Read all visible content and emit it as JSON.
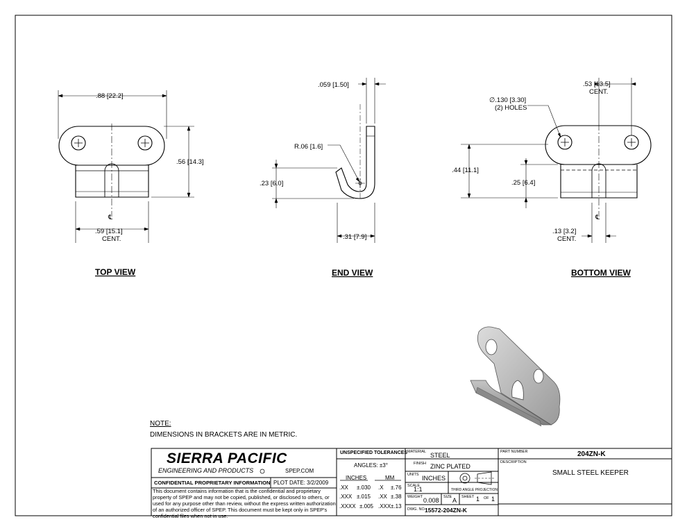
{
  "views": {
    "top": {
      "title": "TOP VIEW",
      "dim_width": ".88 [22.2]",
      "dim_height": ".56 [14.3]",
      "dim_bottom": ".59 [15.1]",
      "dim_bottom_note": "CENT.",
      "centerline": "℄"
    },
    "end": {
      "title": "END VIEW",
      "dim_thickness": ".059 [1.50]",
      "dim_radius": "R.06 [1.6]",
      "dim_height": ".23 [6.0]",
      "dim_width": ".31 [7.9]"
    },
    "bottom": {
      "title": "BOTTOM VIEW",
      "dim_hole": "∅.130 [3.30]",
      "dim_hole_note": "(2) HOLES",
      "dim_offset": ".53 [13.5]",
      "dim_offset_note": "CENT.",
      "dim_height": ".44 [11.1]",
      "dim_inner": ".25 [6.4]",
      "dim_slot": ".13 [3.2]",
      "dim_slot_note": "CENT.",
      "centerline": "℄"
    }
  },
  "note": {
    "heading": "NOTE:",
    "text": "DIMENSIONS IN BRACKETS ARE IN METRIC."
  },
  "title_block": {
    "company": "SIERRA PACIFIC",
    "company_sub": "ENGINEERING AND PRODUCTS",
    "website": "SPEP.COM",
    "confidential_label": "CONFIDENTIAL PROPRIETARY INFORMATION",
    "plot_date_label": "PLOT DATE:",
    "plot_date": "3/2/2009",
    "legal_text": "This document contains information that is the confidential and proprietary property of SPEP and may not be copied, published, or disclosed to others, or used for any purpose  other than review, without the express written authorization of an authorized officer of SPEP. This document must be kept only in SPEP's confidential files when not in use.",
    "tolerances_title": "UNSPECIFIED TOLERANCES",
    "angles": "ANGLES:  ±3°",
    "inches_header": "INCHES",
    "mm_header": "MM",
    "tol_rows": [
      {
        "in_fmt": ".XX",
        "in_val": "±.030",
        "mm_fmt": ".X",
        "mm_val": "±.76"
      },
      {
        "in_fmt": ".XXX",
        "in_val": "±.015",
        "mm_fmt": ".XX",
        "mm_val": "±.38"
      },
      {
        "in_fmt": ".XXXX",
        "in_val": "±.005",
        "mm_fmt": ".XXX",
        "mm_val": "±.13"
      }
    ],
    "material_label": "MATERIAL",
    "material": "STEEL",
    "finish_label": "FINISH",
    "finish": "ZINC PLATED",
    "units_label": "UNITS",
    "units": "INCHES",
    "scale_label": "SCALE",
    "scale": "1:1",
    "projection": "THIRD ANGLE PROJECTION",
    "weight_label": "WEIGHT",
    "weight": "0.008",
    "size_label": "SIZE",
    "size": "A",
    "sheet_label": "SHEET",
    "sheet_num": "1",
    "sheet_of": "OF",
    "sheet_total": "1",
    "dwg_label": "DWG. NO.",
    "dwg_no": "15572-204ZN-K",
    "part_label": "PART NUMBER",
    "part_no": "204ZN-K",
    "desc_label": "DESCRIPTION",
    "description": "SMALL STEEL KEEPER"
  }
}
